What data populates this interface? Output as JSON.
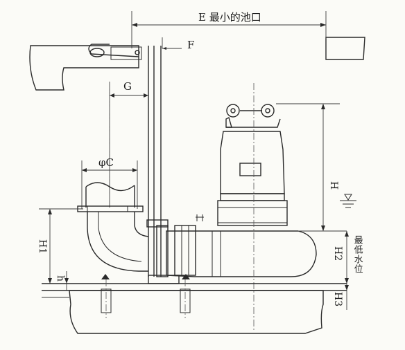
{
  "diagram": {
    "labels": {
      "e_dim": "E 最小的池口",
      "f_dim": "F",
      "g_dim": "G",
      "c_dim": "φC",
      "h_dim": "H",
      "h1_dim": "H1",
      "h2_dim": "H2",
      "h3_dim": "H3",
      "small_h_dim": "h",
      "low_water": "最低水位"
    },
    "colors": {
      "line": "#2a2a2a",
      "paper": "#fbfbf7",
      "concrete_dots": "#3a3a3a"
    }
  }
}
